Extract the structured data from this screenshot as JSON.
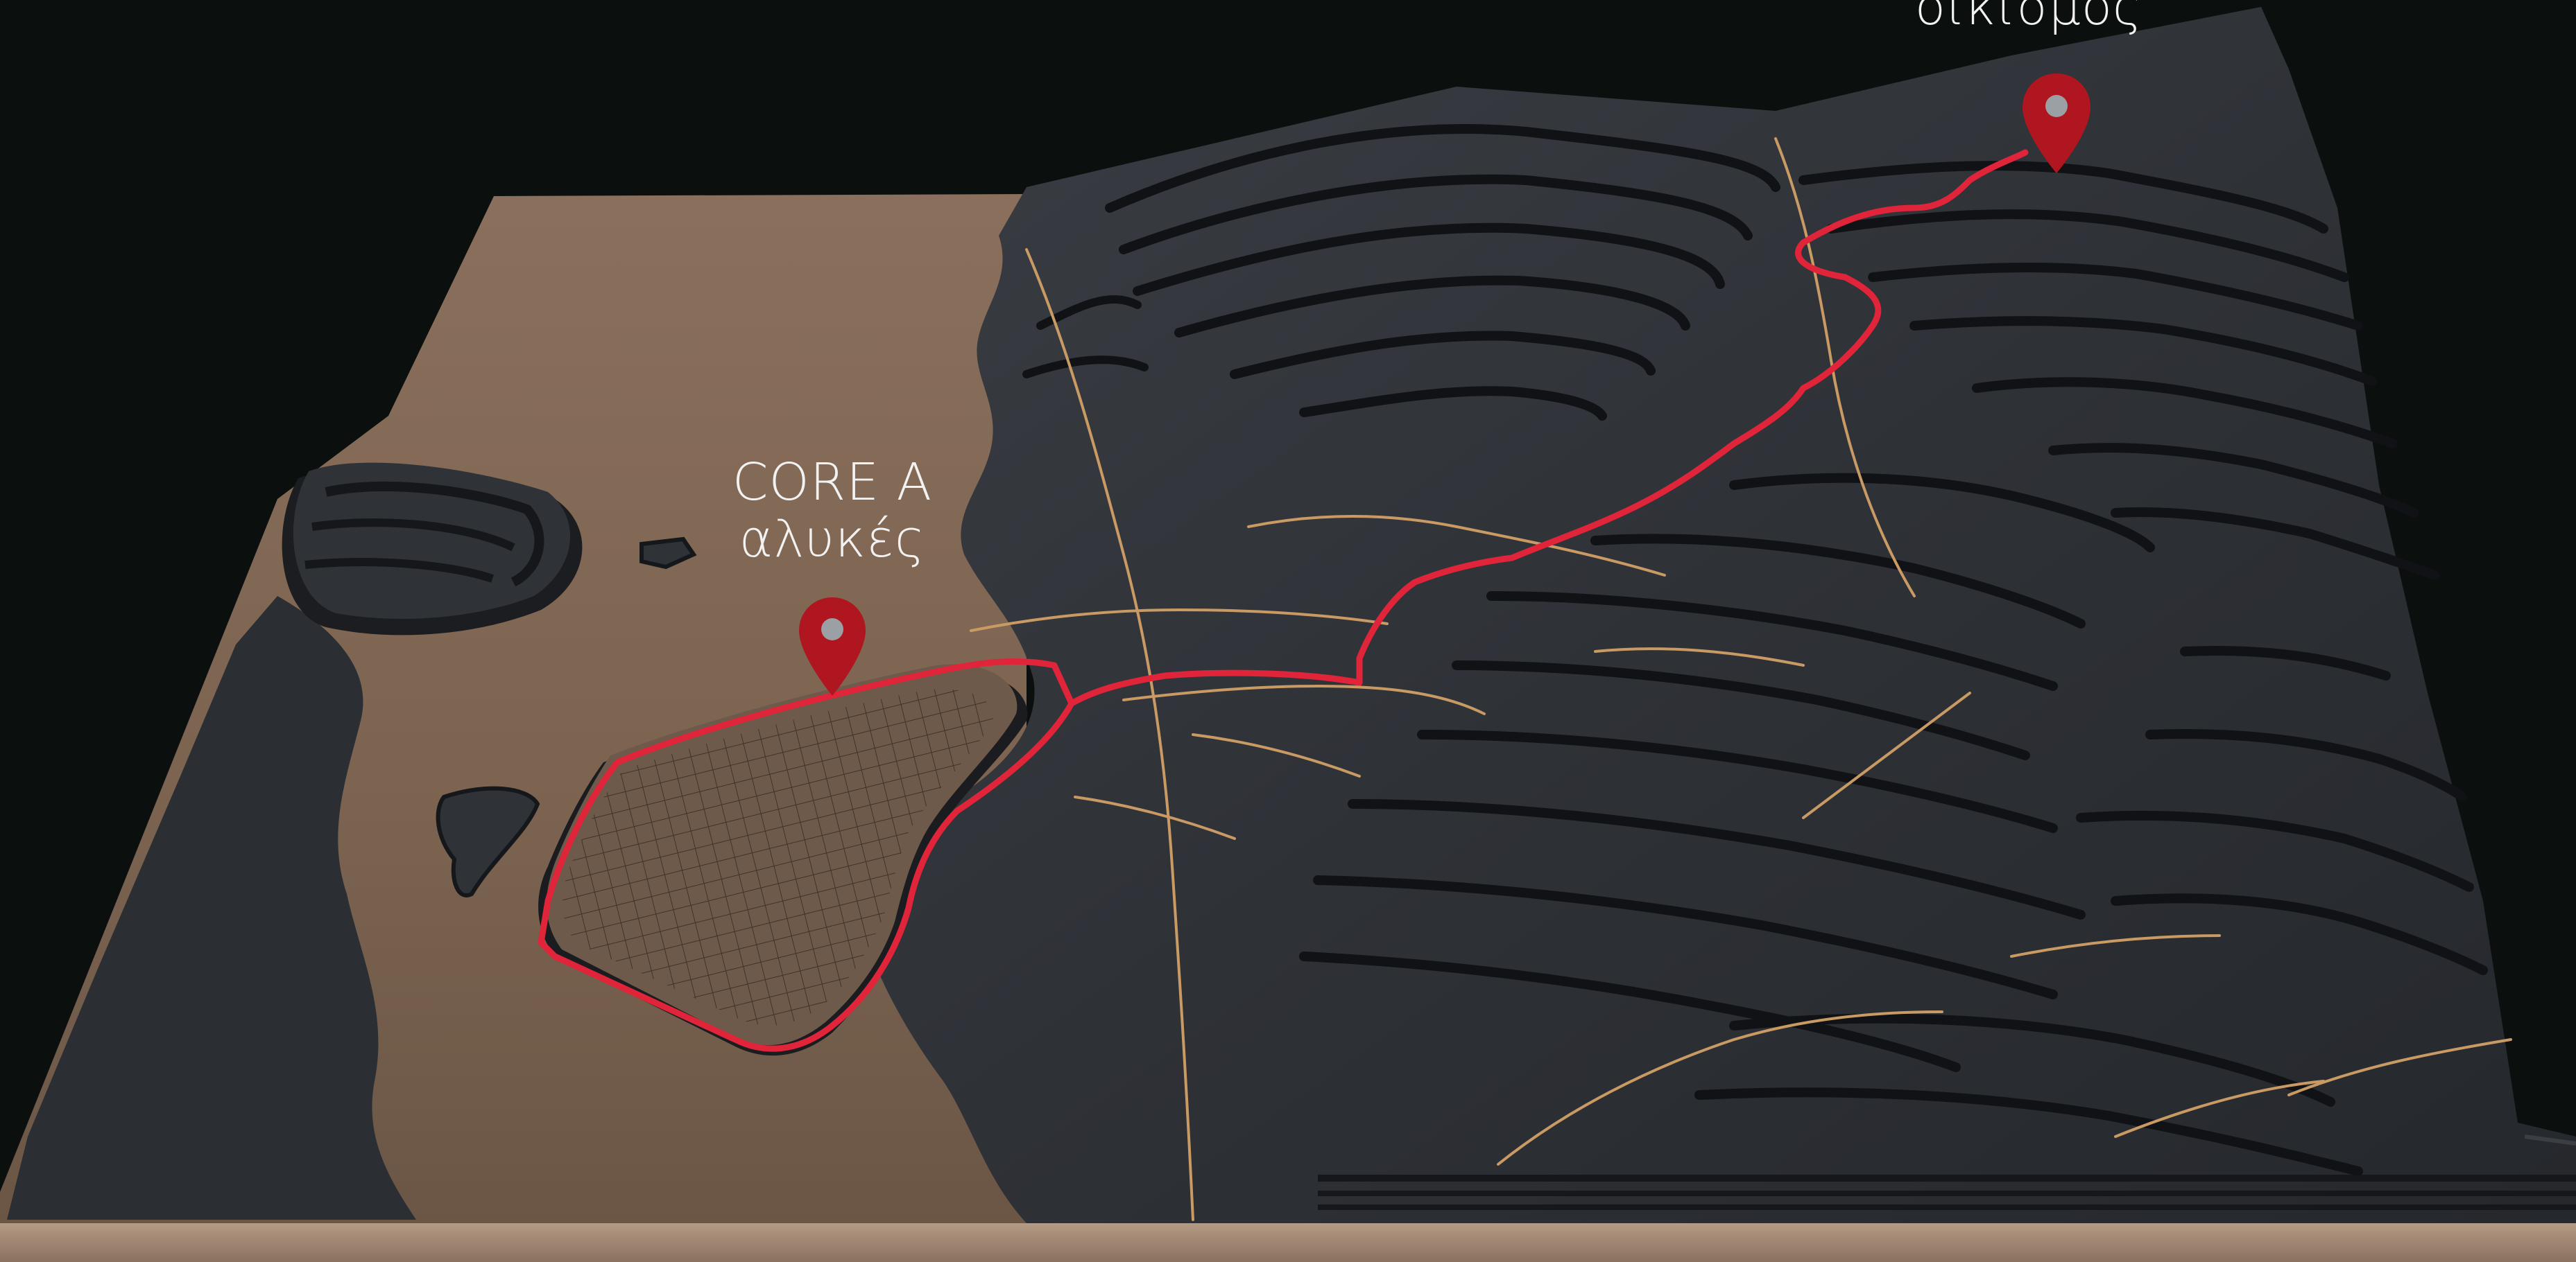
{
  "labels": {
    "core_a": {
      "line1": "CORE A",
      "line2": "αλυκές"
    },
    "oikismos": {
      "line1": "οικισμος"
    }
  },
  "icons": {
    "pin": "map-pin-icon"
  },
  "colors": {
    "background": "#0b0f0e",
    "board": "#7a6452",
    "board_light": "#8f7662",
    "terrain": "#2f3237",
    "terrain_shadow": "#15171a",
    "route": "#e0243a",
    "roads": "#c99a63",
    "pin": "#b0161f"
  }
}
